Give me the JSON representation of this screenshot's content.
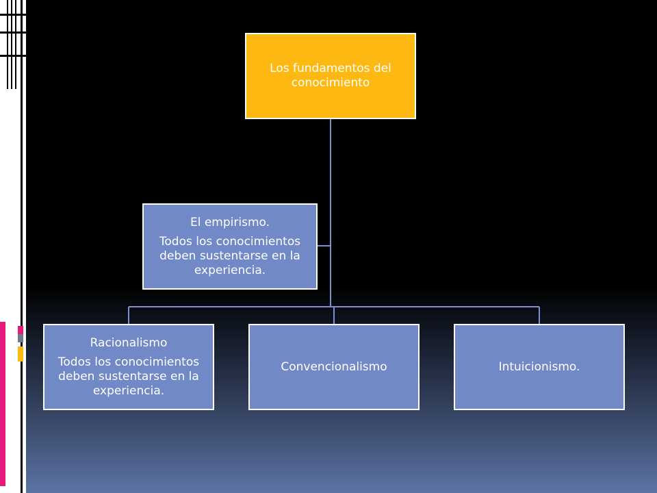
{
  "diagram": {
    "root": {
      "label": "Los fundamentos del conocimiento"
    },
    "assistant": {
      "title": "El empirismo.",
      "description": "Todos los conocimientos deben sustentarse en la experiencia."
    },
    "children": [
      {
        "title": "Racionalismo",
        "description": "Todos los conocimientos deben sustentarse en la experiencia."
      },
      {
        "title": "Convencionalismo",
        "description": ""
      },
      {
        "title": "Intuicionismo.",
        "description": ""
      }
    ]
  },
  "colors": {
    "root_fill": "#fdb812",
    "node_fill": "#7189c6",
    "connector": "#7f8fd0",
    "accent_pink": "#e6197d",
    "accent_yellow": "#fdb812",
    "accent_gray": "#6e7a88"
  }
}
